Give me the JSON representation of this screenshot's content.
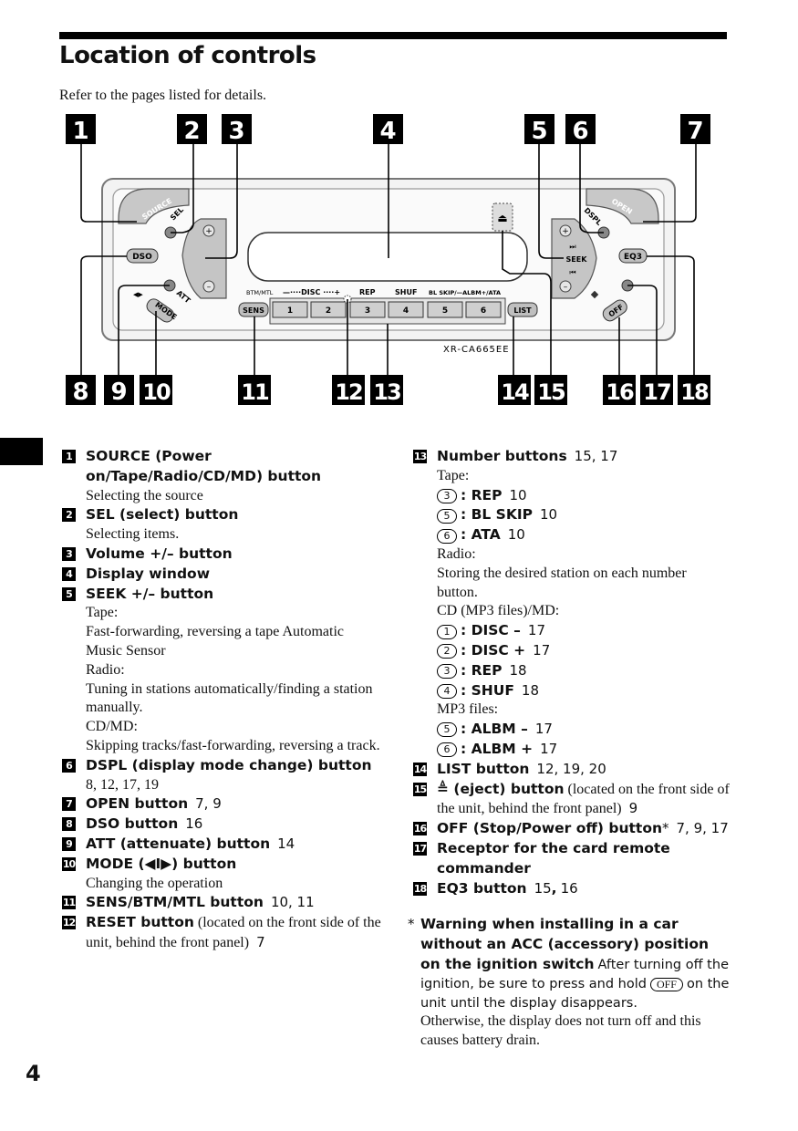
{
  "page": {
    "title": "Location of controls",
    "intro": "Refer to the pages listed for details.",
    "page_number": "4"
  },
  "diagram": {
    "callouts": [
      "1",
      "2",
      "3",
      "4",
      "5",
      "6",
      "7",
      "8",
      "9",
      "10",
      "11",
      "12",
      "13",
      "14",
      "15",
      "16",
      "17",
      "18"
    ],
    "labels": {
      "source": "SOURCE",
      "sel": "SEL",
      "dso": "DSO",
      "att": "ATT",
      "mode": "MODE",
      "sens": "SENS",
      "btm_mtl": "BTM/MTL",
      "disc": "—····DISC ····+",
      "rep": "REP",
      "shuf": "SHUF",
      "blskip": "BL SKIP/—ALBM+/ATA",
      "list": "LIST",
      "seek": "SEEK",
      "dspl": "DSPL",
      "open": "OPEN",
      "eq3": "EQ3",
      "off": "OFF",
      "model": "XR-CA665EE",
      "plus": "+",
      "minus": "–"
    },
    "number_buttons": [
      "1",
      "2",
      "3",
      "4",
      "5",
      "6"
    ]
  },
  "left_items": [
    {
      "n": "1",
      "head": "SOURCE (Power on/Tape/Radio/CD/MD) button",
      "pages": "",
      "desc": [
        "Selecting the source"
      ]
    },
    {
      "n": "2",
      "head": "SEL (select) button",
      "pages": "",
      "desc": [
        "Selecting items."
      ]
    },
    {
      "n": "3",
      "head": "Volume +/– button",
      "pages": "",
      "desc": []
    },
    {
      "n": "4",
      "head": "Display window",
      "pages": "",
      "desc": []
    },
    {
      "n": "5",
      "head": "SEEK +/– button",
      "pages": "",
      "desc": [
        "Tape:",
        "Fast-forwarding, reversing a tape Automatic Music Sensor",
        "Radio:",
        "Tuning in stations automatically/finding a station manually.",
        "CD/MD:",
        "Skipping tracks/fast-forwarding, reversing a track."
      ]
    },
    {
      "n": "6",
      "head": "DSPL (display mode change) button",
      "pages": "",
      "desc": [
        "8, 12, 17, 19"
      ]
    },
    {
      "n": "7",
      "head": "OPEN button",
      "pages": "7, 9",
      "desc": []
    },
    {
      "n": "8",
      "head": "DSO button",
      "pages": "16",
      "desc": []
    },
    {
      "n": "9",
      "head": "ATT (attenuate) button",
      "pages": "14",
      "desc": []
    },
    {
      "n": "10",
      "head": "MODE (◀I▶) button",
      "pages": "",
      "desc": [
        "Changing the operation"
      ]
    },
    {
      "n": "11",
      "head": "SENS/BTM/MTL button",
      "pages": "10, 11",
      "desc": []
    },
    {
      "n": "12",
      "head": "RESET button",
      "note": "(located on the front side of the unit, behind the front panel)",
      "pages": "7",
      "desc": []
    }
  ],
  "right_items": {
    "item13": {
      "n": "13",
      "head": "Number buttons",
      "pages": "15, 17",
      "tape_label": "Tape:",
      "tape": [
        {
          "c": "3",
          "k": ": REP",
          "p": "10"
        },
        {
          "c": "5",
          "k": ": BL SKIP",
          "p": "10"
        },
        {
          "c": "6",
          "k": ": ATA",
          "p": "10"
        }
      ],
      "radio_label": "Radio:",
      "radio_desc": "Storing the desired station on each number button.",
      "cd_label": "CD (MP3 files)/MD:",
      "cd": [
        {
          "c": "1",
          "k": ": DISC –",
          "p": "17"
        },
        {
          "c": "2",
          "k": ": DISC +",
          "p": "17"
        },
        {
          "c": "3",
          "k": ": REP",
          "p": "18"
        },
        {
          "c": "4",
          "k": ": SHUF",
          "p": "18"
        }
      ],
      "mp3_label": "MP3 files:",
      "mp3": [
        {
          "c": "5",
          "k": ": ALBM –",
          "p": "17"
        },
        {
          "c": "6",
          "k": ": ALBM +",
          "p": "17"
        }
      ]
    },
    "item14": {
      "n": "14",
      "head": "LIST button",
      "pages": "12, 19, 20"
    },
    "item15": {
      "n": "15",
      "head": "≜ (eject) button",
      "note": "(located on the front side of the unit, behind the front panel)",
      "pages": "9"
    },
    "item16": {
      "n": "16",
      "head": "OFF (Stop/Power off) button",
      "mark": "*",
      "pages": "7, 9, 17"
    },
    "item17": {
      "n": "17",
      "head": "Receptor for the card remote commander"
    },
    "item18": {
      "n": "18",
      "head": "EQ3 button",
      "pages": "15",
      "pages2": "16"
    }
  },
  "warning": {
    "star": "*",
    "head": "Warning when installing in a car without an ACC (accessory) position on the ignition switch",
    "text1": "After turning off the ignition, be sure to press and hold",
    "off": "OFF",
    "text2": "on the unit until the display disappears.",
    "text3": "Otherwise, the display does not turn off and this causes battery drain."
  }
}
